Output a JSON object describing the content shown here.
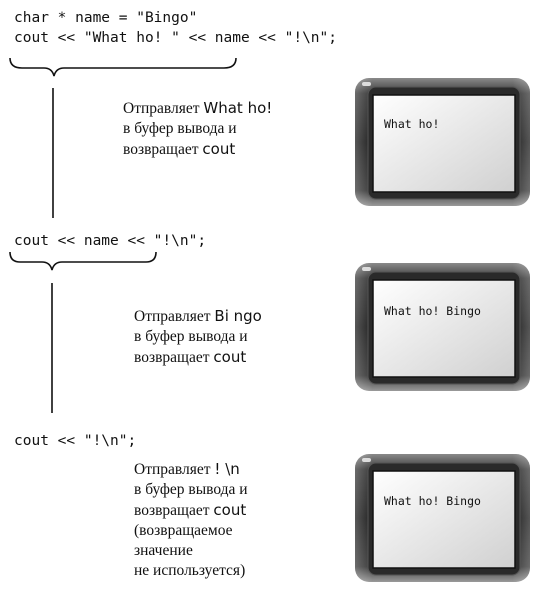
{
  "code": {
    "line1": "char * name = \"Bingo\"",
    "line2": "cout << \"What ho! \" << name << \"!\\n\";",
    "line3": "cout << name << \"!\\n\";",
    "line4": "cout << \"!\\n\";"
  },
  "steps": [
    {
      "desc_prefix": "Отправляет ",
      "desc_value": "What ho!",
      "desc_line2": "в буфер вывода и",
      "desc_line3_prefix": "возвращает ",
      "desc_line3_value": "cout",
      "screen_text": "What ho!"
    },
    {
      "desc_prefix": "Отправляет ",
      "desc_value": "Bi ngo",
      "desc_line2": "в буфер вывода и",
      "desc_line3_prefix": "возвращает ",
      "desc_line3_value": "cout",
      "screen_text": "What ho! Bingo"
    },
    {
      "desc_prefix": "Отправляет ",
      "desc_value": "! \\n",
      "desc_line2": "в буфер вывода и",
      "desc_line3_prefix": "возвращает ",
      "desc_line3_value": "cout",
      "desc_extra": [
        "(возвращаемое",
        "значение",
        "не используется)"
      ],
      "screen_text": "What ho! Bingo"
    }
  ]
}
